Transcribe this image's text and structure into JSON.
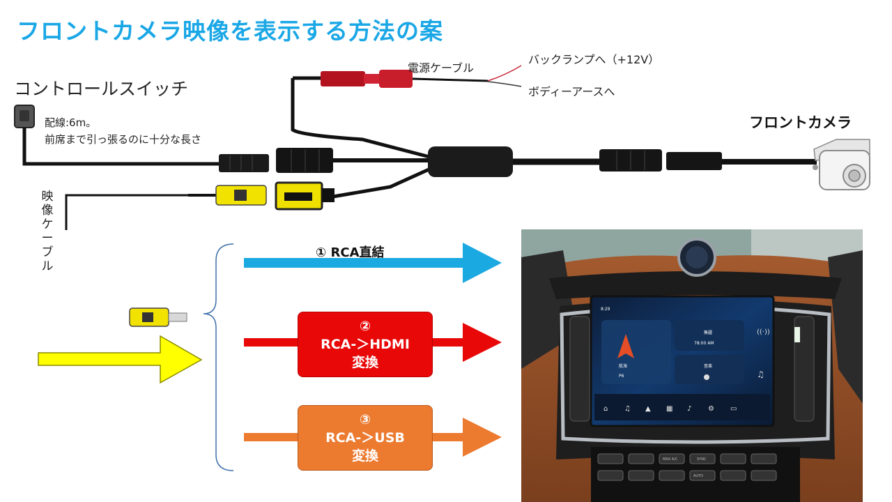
{
  "title": "フロントカメラ映像を表示する方法の案",
  "labels": {
    "control_switch": "コントロールスイッチ",
    "wire_length": "配線:6m。",
    "wire_length_note": "前席まで引っ張るのに十分な長さ",
    "power_cable": "電源ケーブル",
    "backlamp": "バックランプへ（+12V）",
    "body_earth": "ボディーアースへ",
    "front_camera": "フロントカメラ",
    "video_cable": "映像ケーブル"
  },
  "options": [
    {
      "num": "①",
      "text": "RCA直結",
      "color": "#1ba9e1"
    },
    {
      "num": "②",
      "line1": "RCA-＞HDMI",
      "line2": "変換",
      "color": "#e80808"
    },
    {
      "num": "③",
      "line1": "RCA-＞USB",
      "line2": "変換",
      "color": "#ec7a2f"
    }
  ],
  "input_arrow_color": "#ffff00",
  "photo": {
    "screen_time": "8:29",
    "weather_label": "無疆",
    "time_display": "78:00 AM",
    "nav_label": "航海",
    "nav_value": "P6",
    "music_label": "音楽",
    "button_labels": [
      "MAX A/C",
      "SYNC",
      "AUTO"
    ]
  }
}
